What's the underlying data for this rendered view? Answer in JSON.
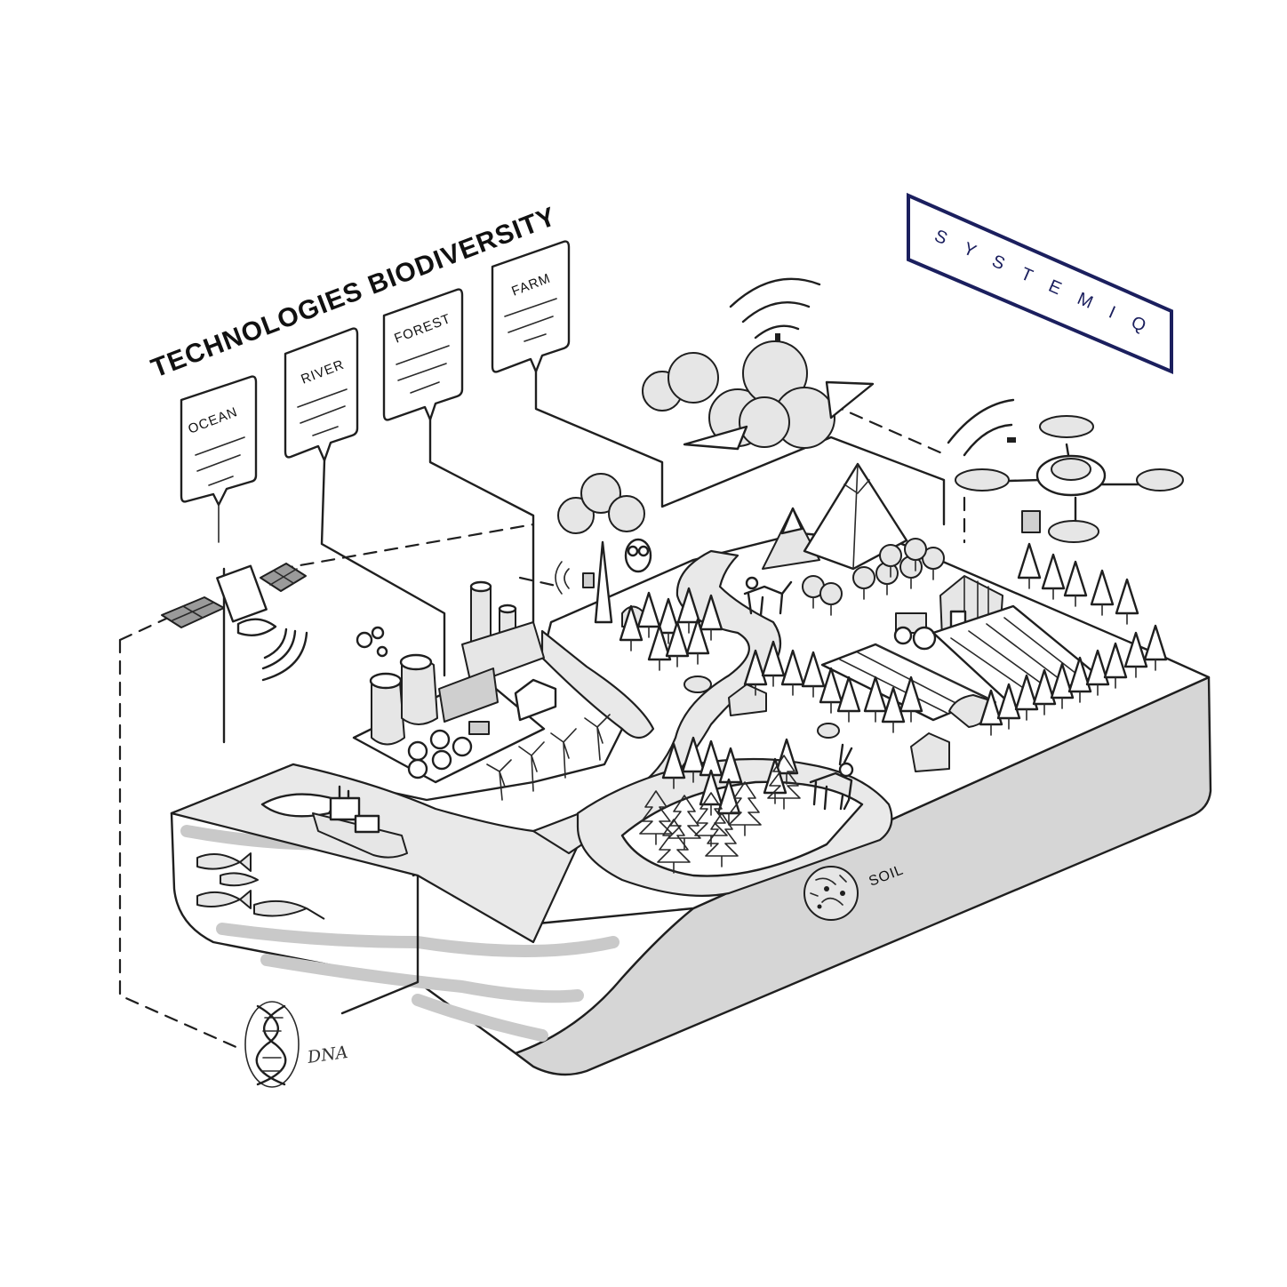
{
  "title": "TECHNOLOGIES BIODIVERSITY",
  "brand": {
    "name": "SYSTEMIQ",
    "color": "#1b1f5e"
  },
  "bubbles": [
    {
      "label": "OCEAN"
    },
    {
      "label": "RIVER"
    },
    {
      "label": "FOREST"
    },
    {
      "label": "FARM"
    }
  ],
  "labels": {
    "soil": "SOIL",
    "dna": "DNA"
  },
  "colors": {
    "ink": "#1f1f1f",
    "soil": "#d6d6d6",
    "water": "#e9e9e9"
  }
}
